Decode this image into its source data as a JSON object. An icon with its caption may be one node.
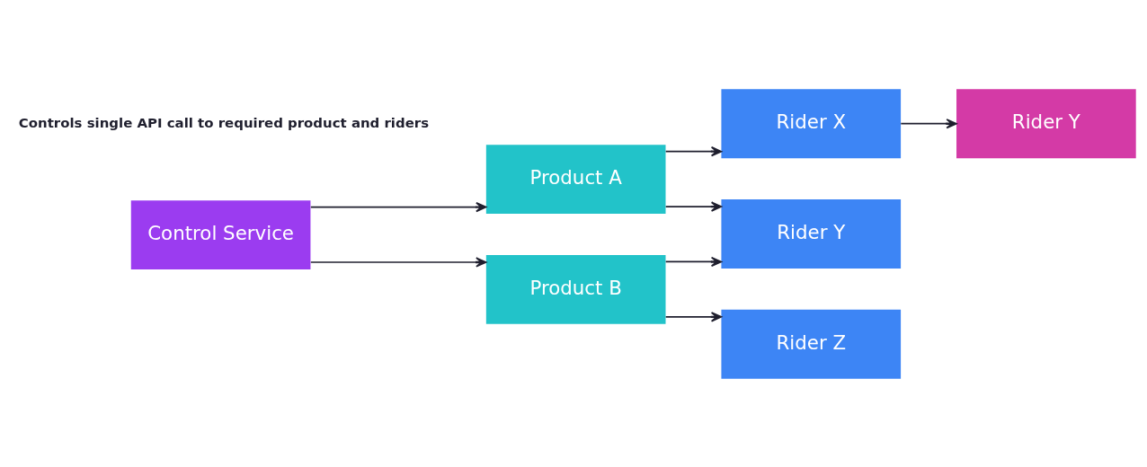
{
  "diagram": {
    "nodes": [
      {
        "text": [
          "Control Service"
        ]
      },
      {
        "text": [
          "Product A"
        ]
      },
      {
        "text": [
          "Product B"
        ]
      },
      {
        "text": [
          "Rider X"
        ]
      },
      {
        "text": [
          "Rider Y"
        ]
      },
      {
        "text": [
          "Rider Y"
        ]
      },
      {
        "text": [
          "Rider Z"
        ]
      }
    ],
    "edges": [
      {
        "from": 0,
        "to": 1,
        "arrow": "to"
      },
      {
        "from": 0,
        "to": 2,
        "arrow": "to"
      },
      {
        "from": 1,
        "to": 3,
        "arrow": "to"
      },
      {
        "from": 1,
        "to": 5,
        "arrow": "to"
      },
      {
        "from": 3,
        "to": 4,
        "arrow": "to"
      },
      {
        "from": 2,
        "to": 5,
        "arrow": "to"
      },
      {
        "from": 2,
        "to": 6,
        "arrow": "to"
      }
    ],
    "labels": [
      "Controls single API call to required product and riders"
    ]
  }
}
